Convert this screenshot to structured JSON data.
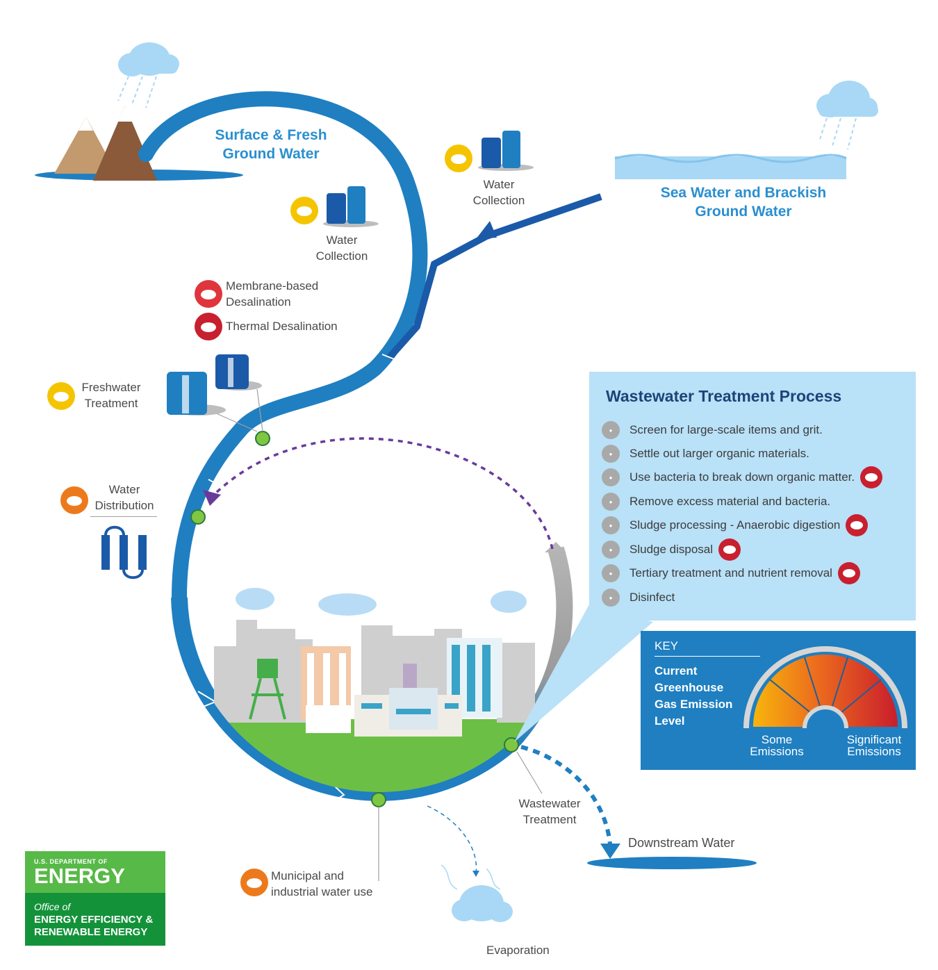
{
  "titles": {
    "surface": "Surface & Fresh\nGround Water",
    "sea": "Sea Water and Brackish\nGround Water"
  },
  "labels": {
    "water_collection_left": "Water\nCollection",
    "water_collection_right": "Water\nCollection",
    "membrane": "Membrane-based\nDesalination",
    "thermal": "Thermal Desalination",
    "freshwater": "Freshwater\nTreatment",
    "distribution": "Water\nDistribution",
    "municipal": "Municipal and\nindustrial water use",
    "wastewater": "Wastewater\nTreatment",
    "downstream": "Downstream Water",
    "evaporation": "Evaporation"
  },
  "wastewater_panel": {
    "title": "Wastewater Treatment Process",
    "steps": [
      {
        "text": "Screen for large-scale items and grit.",
        "emission": false
      },
      {
        "text": "Settle out larger organic materials.",
        "emission": false
      },
      {
        "text": "Use bacteria to break down organic matter.",
        "emission": true
      },
      {
        "text": "Remove excess material and bacteria.",
        "emission": false
      },
      {
        "text": "Sludge processing - Anaerobic digestion",
        "emission": true
      },
      {
        "text": "Sludge disposal",
        "emission": true
      },
      {
        "text": "Tertiary treatment and nutrient removal",
        "emission": true
      },
      {
        "text": "Disinfect",
        "emission": false
      }
    ]
  },
  "key": {
    "title": "KEY",
    "description": "Current Greenhouse Gas Emission Level",
    "low_label": "Some\nEmissions",
    "high_label": "Significant\nEmissions"
  },
  "logo": {
    "dept": "U.S. DEPARTMENT OF",
    "energy": "ENERGY",
    "office": "Office of",
    "eere": "ENERGY EFFICIENCY &\nRENEWABLE ENERGY"
  },
  "colors": {
    "flow_blue": "#1f7fc1",
    "dark_blue": "#1b5aa8",
    "title_blue": "#2a8fd0",
    "panel_bg": "#b9e1f8",
    "panel_title": "#1d4477",
    "emission_yellow": "#f5c400",
    "emission_orange": "#ec7a1c",
    "emission_red": "#e0353d",
    "emission_darkred": "#c8202f",
    "ground_green": "#6cbf45",
    "logo_green": "#14923a"
  },
  "icons": [
    "cloud-icon",
    "mountain-icon",
    "tank-icon",
    "pipe-icon",
    "factory-icon",
    "emission-gauge-icon"
  ]
}
